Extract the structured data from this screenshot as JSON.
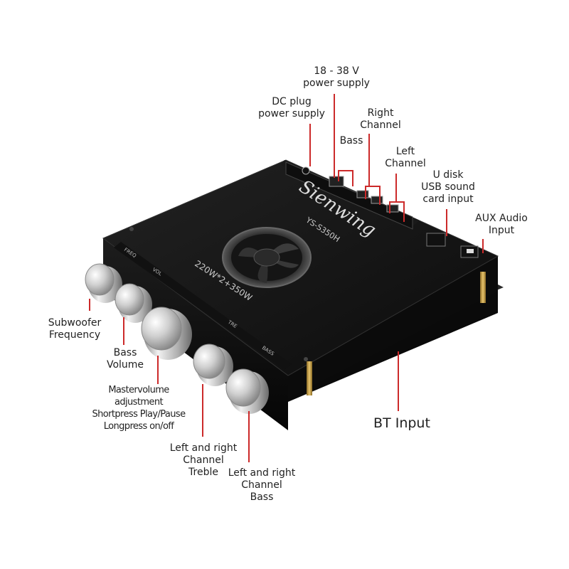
{
  "board": {
    "brand": "Sienwing",
    "model": "YS-S350H",
    "power_rating": "220W*2+350W",
    "knob_labels": {
      "freq": "FREQ",
      "vol": "VOL",
      "treble": "TRE",
      "bass": "BASS"
    }
  },
  "callouts": {
    "power_18_38v": [
      "18 - 38 V",
      "power supply"
    ],
    "dc_plug": [
      "DC plug",
      "power supply"
    ],
    "right_channel": [
      "Right",
      "Channel"
    ],
    "bass_output": [
      "Bass"
    ],
    "left_channel": [
      "Left",
      "Channel"
    ],
    "u_disk": [
      "U disk",
      "USB sound",
      "card input"
    ],
    "aux_audio": [
      "AUX Audio",
      "Input"
    ],
    "subwoofer_frequency": [
      "Subwoofer",
      "Frequency"
    ],
    "bass_volume": [
      "Bass",
      "Volume"
    ],
    "master_volume": [
      "Mastervolume",
      "adjustment",
      "Shortpress Play/Pause",
      "Longpress on/off"
    ],
    "lr_treble": [
      "Left and right",
      "Channel",
      "Treble"
    ],
    "lr_bass": [
      "Left and right",
      "Channel",
      "Bass"
    ],
    "bt_input": [
      "BT Input"
    ]
  },
  "colors": {
    "leader_line": "#cc2a2a",
    "board_top": "#141414",
    "board_text": "#d8d8d8",
    "brass_standoff": "#c9a04a",
    "knob_metal": "#c8c8c8"
  }
}
